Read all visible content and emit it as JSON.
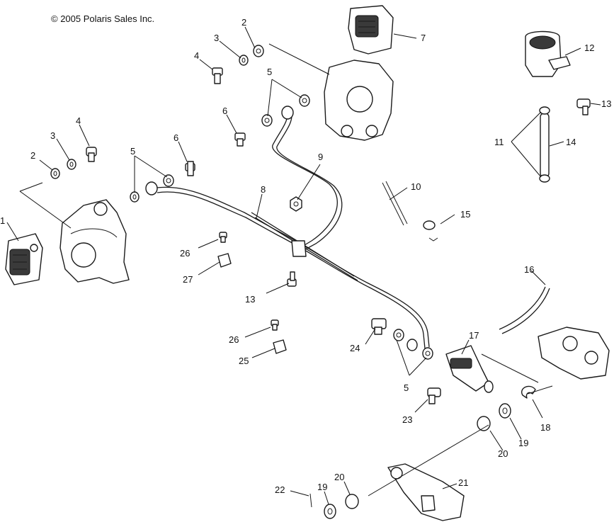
{
  "copyright": "© 2005 Polaris Sales Inc.",
  "callouts": [
    "1",
    "2",
    "3",
    "4",
    "5",
    "6",
    "7",
    "8",
    "9",
    "10",
    "11",
    "12",
    "13",
    "14",
    "15",
    "16",
    "17",
    "18",
    "19",
    "20",
    "21",
    "22",
    "23",
    "24",
    "25",
    "26",
    "27"
  ]
}
